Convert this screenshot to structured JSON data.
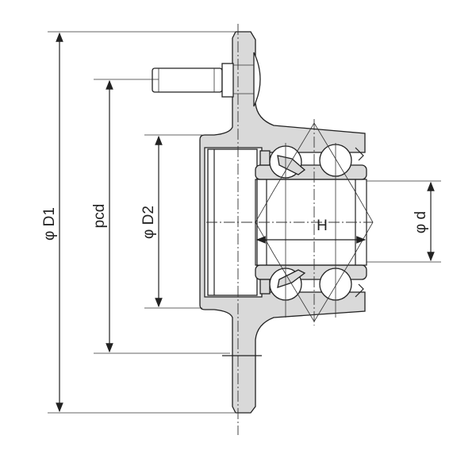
{
  "labels": {
    "d1": "φ D1",
    "pcd": "pcd",
    "d2": "φ D2",
    "h": "H",
    "d": "φ d"
  },
  "colors": {
    "part_fill": "#d9d9d9",
    "line": "#222222"
  }
}
